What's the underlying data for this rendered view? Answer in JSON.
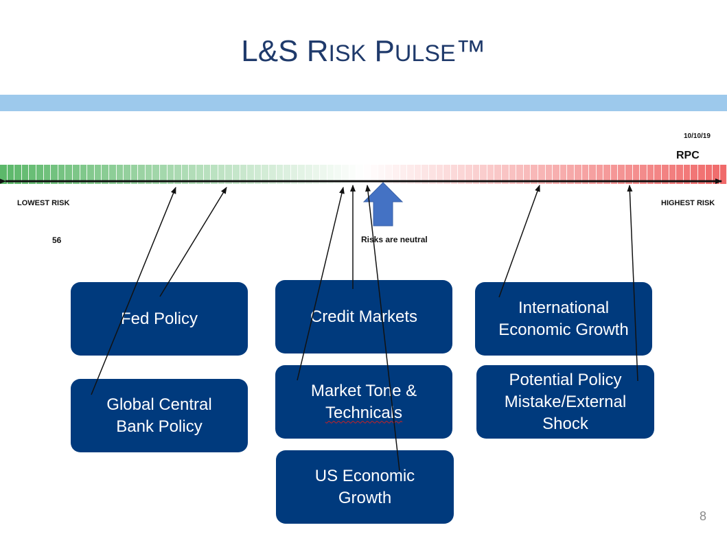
{
  "title": {
    "part1_big": "L&S R",
    "part1_small": "ISK",
    "part2_big": " P",
    "part2_small": "ULSE",
    "tm": "™"
  },
  "date": "10/10/19",
  "rpc_label": "RPC",
  "lowest_label": "LOWEST RISK",
  "highest_label": "HIGHEST RISK",
  "score": "56",
  "neutral_label": "Risks are neutral",
  "gauge": {
    "cells": 100,
    "low_color": "#5cb86a",
    "mid_color": "#ffffff",
    "high_color": "#f06a6a",
    "pointer_position": 0.53
  },
  "boxes": {
    "fed_policy": "Fed Policy",
    "global_cb": "Global Central\nBank Policy",
    "credit_markets": "Credit Markets",
    "market_tone_1": "Market Tone &",
    "market_tone_2": "Technicals",
    "us_growth": "US Economic\nGrowth",
    "intl_growth": "International\nEconomic Growth",
    "policy_mistake": "Potential Policy\nMistake/External\nShock"
  },
  "colors": {
    "title": "#1f3a6b",
    "box": "#003a7d",
    "band": "#9dc9ec",
    "pointer": "#4472c4"
  },
  "page_number": "8"
}
